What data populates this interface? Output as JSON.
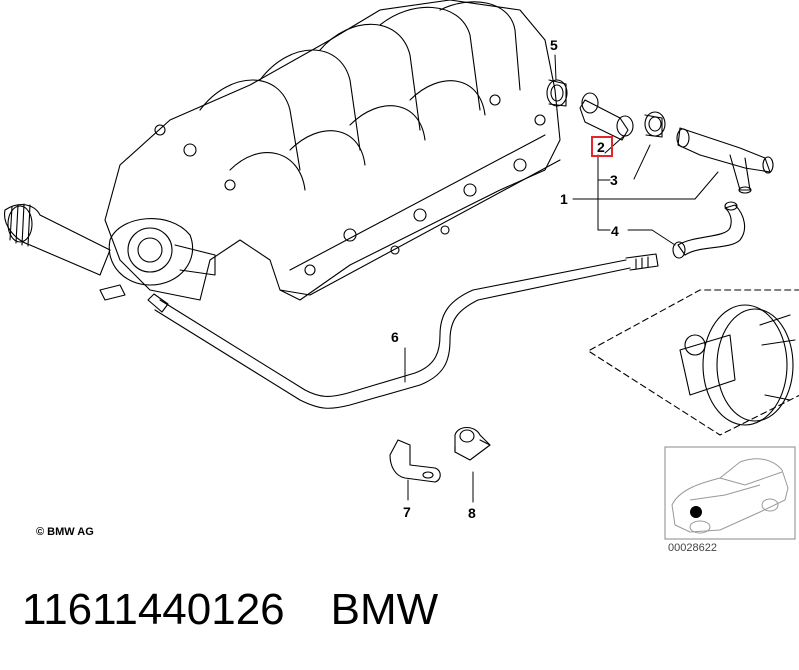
{
  "callouts": {
    "c1": "1",
    "c2": "2",
    "c3": "3",
    "c4": "4",
    "c5": "5",
    "c6": "6",
    "c7": "7",
    "c8": "8"
  },
  "highlight_color": "#e3262b",
  "copyright": "© BMW AG",
  "diagram_ref": "00028622",
  "caption": {
    "part_number": "11611440126",
    "brand": "BMW"
  }
}
